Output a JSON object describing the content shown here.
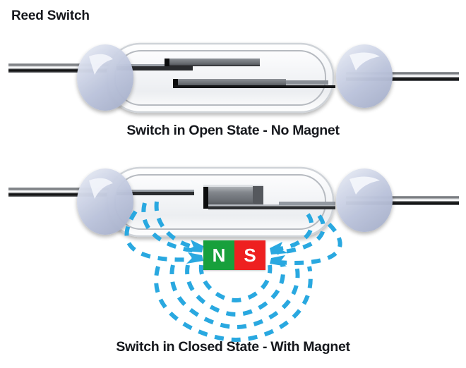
{
  "page": {
    "title": "Reed Switch",
    "background_color": "#ffffff",
    "text_color": "#16181d"
  },
  "diagrams": [
    {
      "id": "open-state",
      "caption": "Switch in Open State - No Magnet",
      "state": "open",
      "has_magnet": false,
      "parts": {
        "left_lead_label": "lead-wire-left",
        "right_lead_label": "lead-wire-right",
        "left_bulb_label": "glass-bulb-left",
        "right_bulb_label": "glass-bulb-right",
        "envelope_label": "glass-envelope",
        "upper_reed_label": "reed-blade-upper",
        "lower_reed_label": "reed-blade-lower",
        "contact_gap": "open"
      }
    },
    {
      "id": "closed-state",
      "caption": "Switch in Closed State - With Magnet",
      "state": "closed",
      "has_magnet": true,
      "parts": {
        "left_lead_label": "lead-wire-left",
        "right_lead_label": "lead-wire-right",
        "left_bulb_label": "glass-bulb-left",
        "right_bulb_label": "glass-bulb-right",
        "envelope_label": "glass-envelope",
        "upper_reed_label": "reed-blade-upper",
        "lower_reed_label": "reed-blade-lower",
        "contact_gap": "closed"
      }
    }
  ],
  "magnet": {
    "north_label": "N",
    "south_label": "S",
    "north_color": "#17A03C",
    "south_color": "#EE2020",
    "label_color": "#ffffff"
  },
  "field_lines": {
    "color": "#29A8E0",
    "style": "dashed",
    "arrow_direction": "toward-magnet-poles",
    "loop_count": 4
  },
  "colors": {
    "glass_bulb": "#c3cade",
    "glass_bulb_highlight": "#eef1f8",
    "envelope_stroke": "#b9bdc4",
    "reed_metal": "#6e7378",
    "reed_tip": "#111111",
    "lead_metal_top": "#8a8d91",
    "lead_metal_dark": "#0b0b0b"
  }
}
